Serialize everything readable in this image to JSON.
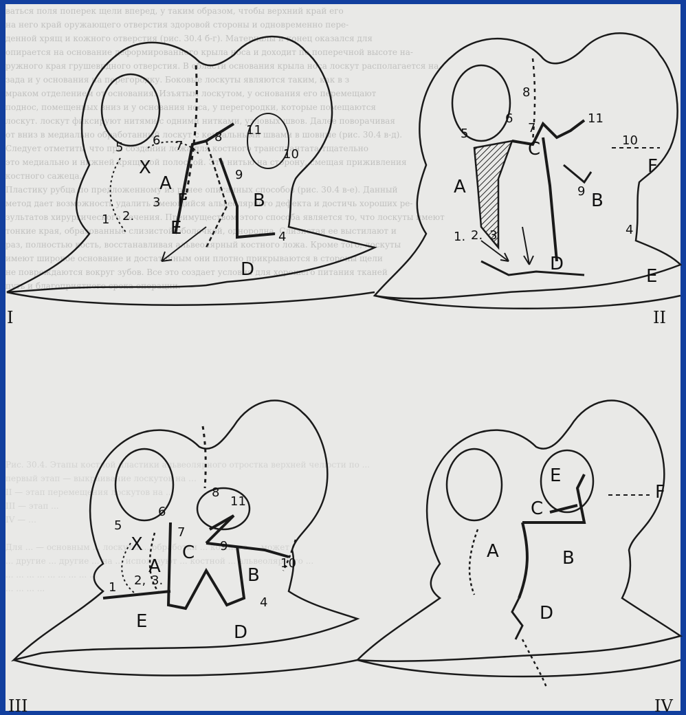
{
  "background_text": {
    "lines_top": [
      "ваться поля поперек щели вперед, у таким образом, чтобы верхний край его",
      "на него край оружающего отверстия здоровой стороны и одновременно пере-",
      "денной хрящ и кожного отверстия (рис. 30.4 б-г). Материалы и конец оказался для",
      "опирается на основание деформированного крыла носа и доходит по поперечной высоте на-",
      "ружного края грушевидного отверстия. В области основания крыла носа лоскут располагается на",
      "зада и у основания на перегородку. Боковые лоскуты являются таким, как в з",
      "мраком отделением от основания. Изъятым лоскутом, у основания его перемещают",
      "поднос, помещенных вниз и у основания носа, у перегородки, которые помещаются",
      "лоскут. лоскут фиксируют нитями с одними нитками, узловых швов. Далее поворачивая",
      "от вниз в медиально обработанный лоскут с кентальными швами в шовные (рис. 30.4 в-д).",
      "Следует отметить, что при создании ложа для костного трансплантата тщательно",
      "это медиально и нижней хрящевой полоской. Это нитью на сторону, смещая приживления",
      "костного сажеца.",
      "Пластику рубца по предложенному из ранее описанных способов (рис. 30.4 в-е). Данный",
      "метод дает возможность удалить имеющийся альвеолярного дефекта и достичь хороших ре-",
      "зультатов хирургического лечения. Преимуществом этого способа является то, что лоскуты имеют",
      "тонкие края, образованные слизистой оболочкой, однородна. Слизистая ее выстилают и",
      "раз, полностью кость, восстанавливая альвеолярный костного ложа. Кроме того, лоскуты",
      "имеют широкое основание и достаточным они плотно прикрываются в стороны щели",
      "не повреждаются вокруг зубов. Все это создает условия для хорошего питания тканей",
      "путь и благоприятного срока операции."
    ],
    "lines_bottom": [
      "Рис. 30.4. Этапы костной пластики альвеолярного отростка верхней челюсти по ...",
      "первый этап — выкраивание лоскутов на …",
      "II — этап перемещения лоскутов на …",
      "III — этап ...",
      "IV — …",
      "",
      "Для ...  —  основным  ... лоскуты  ...  обработки  ... кожного ... может",
      "... другие ... другие ... на ... используют ... костной ... альвеолярного ...",
      "... ... ... ... ... ... ... ... ...",
      "... ... ... ..."
    ]
  },
  "panels": [
    {
      "numeral": "I",
      "letters": [
        "A",
        "B",
        "D",
        "E",
        "F",
        "X"
      ],
      "numbers": [
        "1",
        "2.",
        "3",
        "4",
        "5",
        "6",
        "7",
        "8",
        "9",
        "10",
        "11"
      ]
    },
    {
      "numeral": "II",
      "letters": [
        "A",
        "B",
        "C",
        "D",
        "E",
        "F"
      ],
      "numbers": [
        "1.",
        "2.",
        "3",
        "4",
        "5",
        "6",
        "7",
        "8",
        "9",
        "10",
        "11"
      ]
    },
    {
      "numeral": "III",
      "letters": [
        "A",
        "B",
        "C",
        "D",
        "E",
        "X"
      ],
      "numbers": [
        "1",
        "2,",
        "3.",
        "4",
        "5",
        "6",
        "7",
        "8",
        "9",
        "10",
        "11"
      ]
    },
    {
      "numeral": "IV",
      "letters": [
        "A",
        "B",
        "C",
        "D",
        "E",
        "F"
      ],
      "numbers": []
    }
  ]
}
